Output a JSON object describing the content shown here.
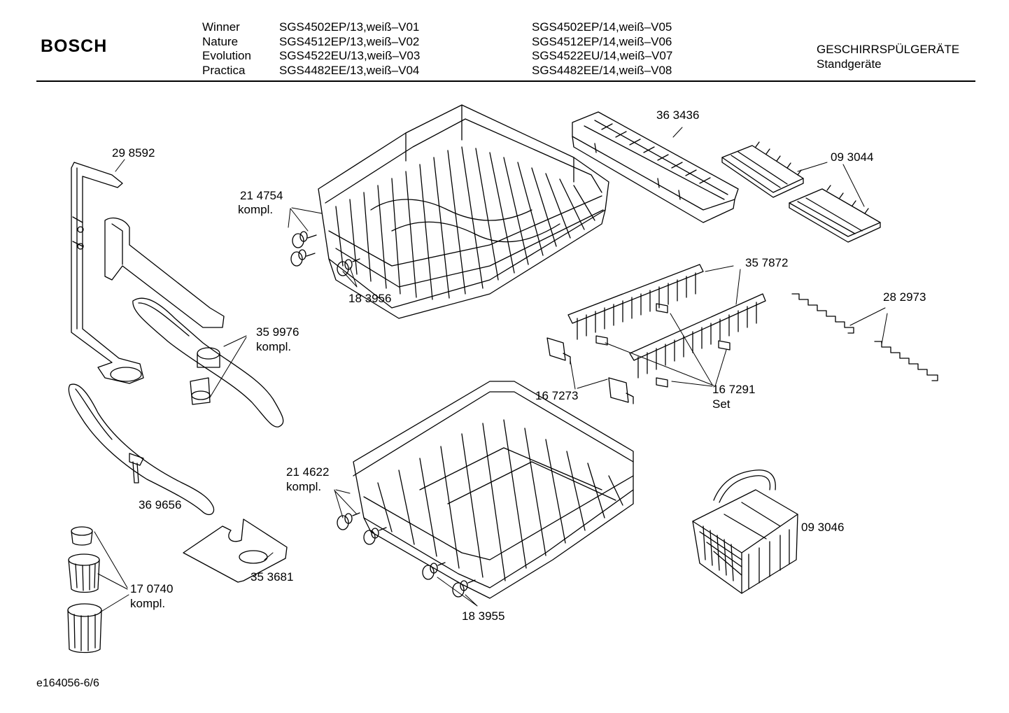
{
  "header": {
    "brand": "BOSCH",
    "models": [
      {
        "line": "Winner",
        "v1": "SGS4502EP/13,weiß–V01",
        "v2": "SGS4502EP/14,weiß–V05"
      },
      {
        "line": "Nature",
        "v1": "SGS4512EP/13,weiß–V02",
        "v2": "SGS4512EP/14,weiß–V06"
      },
      {
        "line": "Evolution",
        "v1": "SGS4522EU/13,weiß–V03",
        "v2": "SGS4522EU/14,weiß–V07"
      },
      {
        "line": "Practica",
        "v1": "SGS4482EE/13,weiß–V04",
        "v2": "SGS4482EE/14,weiß–V08"
      }
    ],
    "category": "GESCHIRRSPÜLGERÄTE",
    "subcategory": "Standgeräte"
  },
  "parts": {
    "p298592": "29 8592",
    "p214754": "21 4754",
    "p214754_note": "kompl.",
    "p183956": "18 3956",
    "p359976": "35 9976",
    "p359976_note": "kompl.",
    "p369656": "36 9656",
    "p170740": "17 0740",
    "p170740_note": "kompl.",
    "p353681": "35 3681",
    "p214622": "21 4622",
    "p214622_note": "kompl.",
    "p183955": "18 3955",
    "p363436": "36 3436",
    "p093044": "09 3044",
    "p357872": "35 7872",
    "p282973": "28 2973",
    "p167273": "16 7273",
    "p167291": "16 7291",
    "p167291_note": "Set",
    "p093046": "09 3046"
  },
  "footer": {
    "doc_id": "e164056-6/6"
  }
}
